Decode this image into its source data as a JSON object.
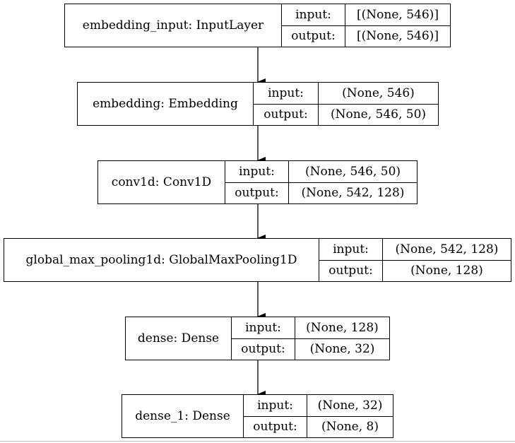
{
  "diagram": {
    "nodes": [
      {
        "name": "embedding_input: InputLayer",
        "input_label": "input:",
        "output_label": "output:",
        "input": "[(None, 546)]",
        "output": "[(None, 546)]"
      },
      {
        "name": "embedding: Embedding",
        "input_label": "input:",
        "output_label": "output:",
        "input": "(None, 546)",
        "output": "(None, 546, 50)"
      },
      {
        "name": "conv1d: Conv1D",
        "input_label": "input:",
        "output_label": "output:",
        "input": "(None, 546, 50)",
        "output": "(None, 542, 128)"
      },
      {
        "name": "global_max_pooling1d: GlobalMaxPooling1D",
        "input_label": "input:",
        "output_label": "output:",
        "input": "(None, 542, 128)",
        "output": "(None, 128)"
      },
      {
        "name": "dense: Dense",
        "input_label": "input:",
        "output_label": "output:",
        "input": "(None, 128)",
        "output": "(None, 32)"
      },
      {
        "name": "dense_1: Dense",
        "input_label": "input:",
        "output_label": "output:",
        "input": "(None, 32)",
        "output": "(None, 8)"
      }
    ]
  }
}
